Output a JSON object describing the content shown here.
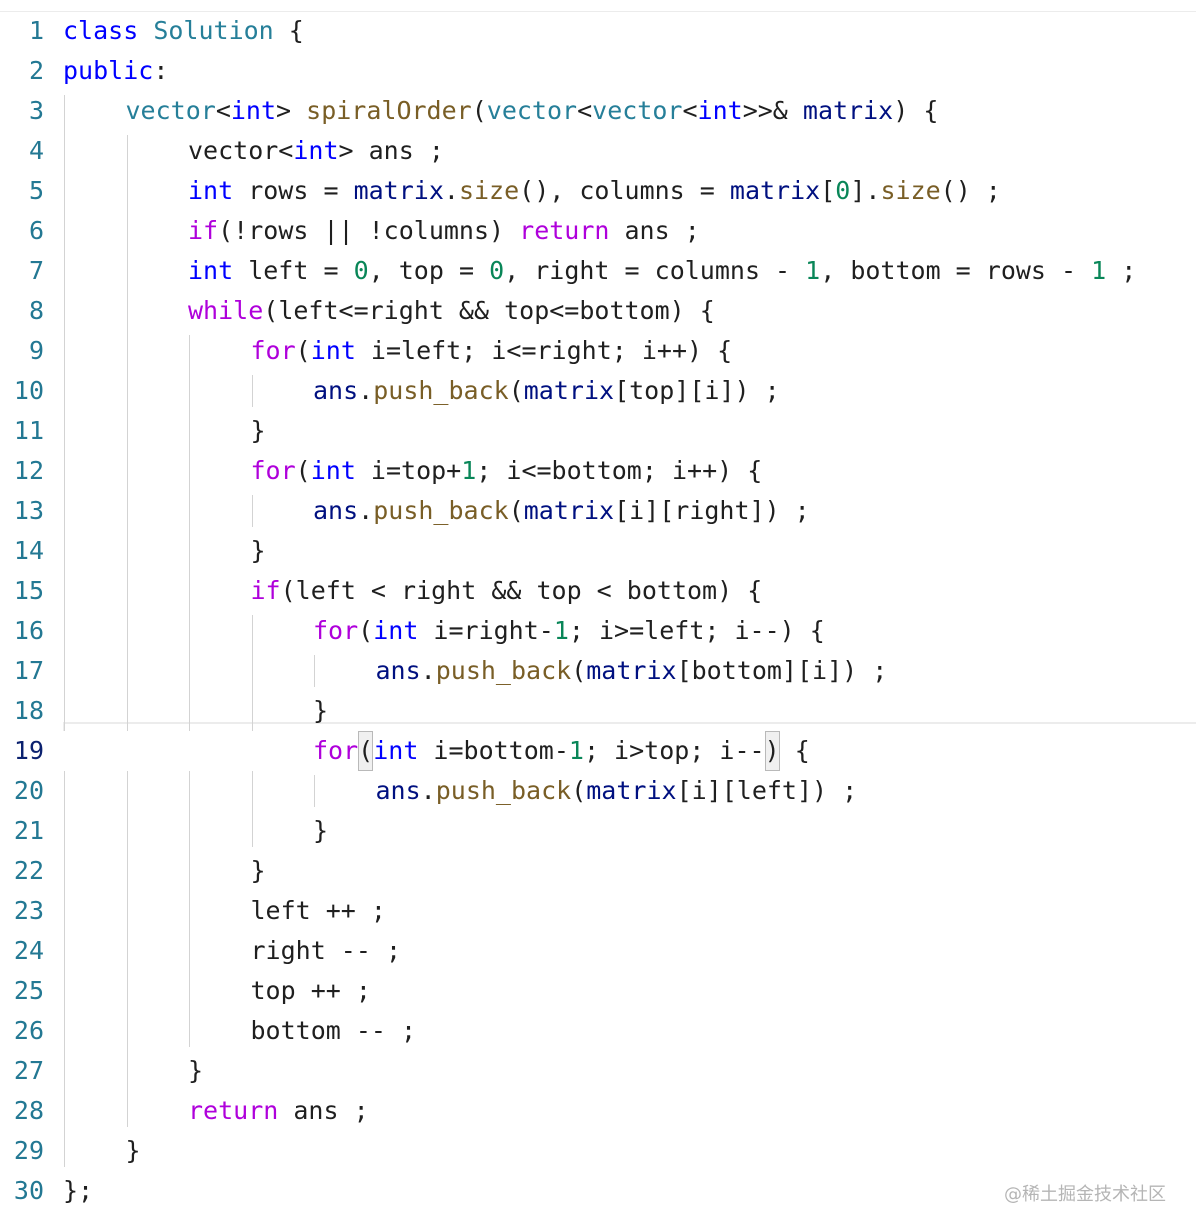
{
  "colors": {
    "keyword": "#0000ff",
    "control": "#af00db",
    "type": "#267f99",
    "function": "#795e26",
    "variable": "#001080",
    "number": "#098658",
    "plain": "#1f1f1f",
    "line_number": "#237893",
    "watermark": "#b5b5b5"
  },
  "editor": {
    "current_line": 19,
    "watermark": "@稀土掘金技术社区",
    "lines": [
      {
        "n": "1",
        "indent": 0,
        "tokens": [
          [
            "kw",
            "class"
          ],
          [
            "p",
            " "
          ],
          [
            "type",
            "Solution"
          ],
          [
            "p",
            " {"
          ]
        ]
      },
      {
        "n": "2",
        "indent": 0,
        "tokens": [
          [
            "kw",
            "public"
          ],
          [
            "p",
            ":"
          ]
        ]
      },
      {
        "n": "3",
        "indent": 1,
        "tokens": [
          [
            "type",
            "vector"
          ],
          [
            "p",
            "<"
          ],
          [
            "kw",
            "int"
          ],
          [
            "p",
            "> "
          ],
          [
            "fn",
            "spiralOrder"
          ],
          [
            "p",
            "("
          ],
          [
            "type",
            "vector"
          ],
          [
            "p",
            "<"
          ],
          [
            "type",
            "vector"
          ],
          [
            "p",
            "<"
          ],
          [
            "kw",
            "int"
          ],
          [
            "p",
            ">>& "
          ],
          [
            "var",
            "matrix"
          ],
          [
            "p",
            ") {"
          ]
        ]
      },
      {
        "n": "4",
        "indent": 2,
        "tokens": [
          [
            "p",
            "vector<"
          ],
          [
            "kw",
            "int"
          ],
          [
            "p",
            "> ans ;"
          ]
        ]
      },
      {
        "n": "5",
        "indent": 2,
        "tokens": [
          [
            "kw",
            "int"
          ],
          [
            "p",
            " rows = "
          ],
          [
            "var",
            "matrix"
          ],
          [
            "p",
            "."
          ],
          [
            "fn",
            "size"
          ],
          [
            "p",
            "(), columns = "
          ],
          [
            "var",
            "matrix"
          ],
          [
            "p",
            "["
          ],
          [
            "num",
            "0"
          ],
          [
            "p",
            "]."
          ],
          [
            "fn",
            "size"
          ],
          [
            "p",
            "() ;"
          ]
        ]
      },
      {
        "n": "6",
        "indent": 2,
        "tokens": [
          [
            "ctl",
            "if"
          ],
          [
            "p",
            "(!rows || !columns) "
          ],
          [
            "ctl",
            "return"
          ],
          [
            "p",
            " ans ;"
          ]
        ]
      },
      {
        "n": "7",
        "indent": 2,
        "tokens": [
          [
            "kw",
            "int"
          ],
          [
            "p",
            " left = "
          ],
          [
            "num",
            "0"
          ],
          [
            "p",
            ", top = "
          ],
          [
            "num",
            "0"
          ],
          [
            "p",
            ", right = columns - "
          ],
          [
            "num",
            "1"
          ],
          [
            "p",
            ", bottom = rows - "
          ],
          [
            "num",
            "1"
          ],
          [
            "p",
            " ;"
          ]
        ]
      },
      {
        "n": "8",
        "indent": 2,
        "tokens": [
          [
            "ctl",
            "while"
          ],
          [
            "p",
            "(left<=right && top<=bottom) {"
          ]
        ]
      },
      {
        "n": "9",
        "indent": 3,
        "tokens": [
          [
            "ctl",
            "for"
          ],
          [
            "p",
            "("
          ],
          [
            "kw",
            "int"
          ],
          [
            "p",
            " i=left; i<=right; i++) {"
          ]
        ]
      },
      {
        "n": "10",
        "indent": 4,
        "tokens": [
          [
            "var",
            "ans"
          ],
          [
            "p",
            "."
          ],
          [
            "fn",
            "push_back"
          ],
          [
            "p",
            "("
          ],
          [
            "var",
            "matrix"
          ],
          [
            "p",
            "[top][i]) ;"
          ]
        ]
      },
      {
        "n": "11",
        "indent": 3,
        "tokens": [
          [
            "p",
            "}"
          ]
        ]
      },
      {
        "n": "12",
        "indent": 3,
        "tokens": [
          [
            "ctl",
            "for"
          ],
          [
            "p",
            "("
          ],
          [
            "kw",
            "int"
          ],
          [
            "p",
            " i=top+"
          ],
          [
            "num",
            "1"
          ],
          [
            "p",
            "; i<=bottom; i++) {"
          ]
        ]
      },
      {
        "n": "13",
        "indent": 4,
        "tokens": [
          [
            "var",
            "ans"
          ],
          [
            "p",
            "."
          ],
          [
            "fn",
            "push_back"
          ],
          [
            "p",
            "("
          ],
          [
            "var",
            "matrix"
          ],
          [
            "p",
            "[i][right]) ;"
          ]
        ]
      },
      {
        "n": "14",
        "indent": 3,
        "tokens": [
          [
            "p",
            "}"
          ]
        ]
      },
      {
        "n": "15",
        "indent": 3,
        "tokens": [
          [
            "ctl",
            "if"
          ],
          [
            "p",
            "(left < right && top < bottom) {"
          ]
        ]
      },
      {
        "n": "16",
        "indent": 4,
        "tokens": [
          [
            "ctl",
            "for"
          ],
          [
            "p",
            "("
          ],
          [
            "kw",
            "int"
          ],
          [
            "p",
            " i=right-"
          ],
          [
            "num",
            "1"
          ],
          [
            "p",
            "; i>=left; i--) {"
          ]
        ]
      },
      {
        "n": "17",
        "indent": 5,
        "tokens": [
          [
            "var",
            "ans"
          ],
          [
            "p",
            "."
          ],
          [
            "fn",
            "push_back"
          ],
          [
            "p",
            "("
          ],
          [
            "var",
            "matrix"
          ],
          [
            "p",
            "[bottom][i]) ;"
          ]
        ]
      },
      {
        "n": "18",
        "indent": 4,
        "tokens": [
          [
            "p",
            "}"
          ]
        ]
      },
      {
        "n": "19",
        "indent": 4,
        "tokens": [
          [
            "ctl",
            "for"
          ],
          [
            "box",
            "("
          ],
          [
            "kw",
            "int"
          ],
          [
            "p",
            " i=bottom-"
          ],
          [
            "num",
            "1"
          ],
          [
            "p",
            "; i>top; i--"
          ],
          [
            "box",
            ")"
          ],
          [
            "p",
            " {"
          ]
        ]
      },
      {
        "n": "20",
        "indent": 5,
        "tokens": [
          [
            "var",
            "ans"
          ],
          [
            "p",
            "."
          ],
          [
            "fn",
            "push_back"
          ],
          [
            "p",
            "("
          ],
          [
            "var",
            "matrix"
          ],
          [
            "p",
            "[i][left]) ;"
          ]
        ]
      },
      {
        "n": "21",
        "indent": 4,
        "tokens": [
          [
            "p",
            "}"
          ]
        ]
      },
      {
        "n": "22",
        "indent": 3,
        "tokens": [
          [
            "p",
            "}"
          ]
        ]
      },
      {
        "n": "23",
        "indent": 3,
        "tokens": [
          [
            "p",
            "left ++ ;"
          ]
        ]
      },
      {
        "n": "24",
        "indent": 3,
        "tokens": [
          [
            "p",
            "right -- ;"
          ]
        ]
      },
      {
        "n": "25",
        "indent": 3,
        "tokens": [
          [
            "p",
            "top ++ ;"
          ]
        ]
      },
      {
        "n": "26",
        "indent": 3,
        "tokens": [
          [
            "p",
            "bottom -- ;"
          ]
        ]
      },
      {
        "n": "27",
        "indent": 2,
        "tokens": [
          [
            "p",
            "}"
          ]
        ]
      },
      {
        "n": "28",
        "indent": 2,
        "tokens": [
          [
            "ctl",
            "return"
          ],
          [
            "p",
            " ans ;"
          ]
        ]
      },
      {
        "n": "29",
        "indent": 1,
        "tokens": [
          [
            "p",
            "}"
          ]
        ]
      },
      {
        "n": "30",
        "indent": 0,
        "tokens": [
          [
            "p",
            "};"
          ]
        ]
      }
    ]
  }
}
